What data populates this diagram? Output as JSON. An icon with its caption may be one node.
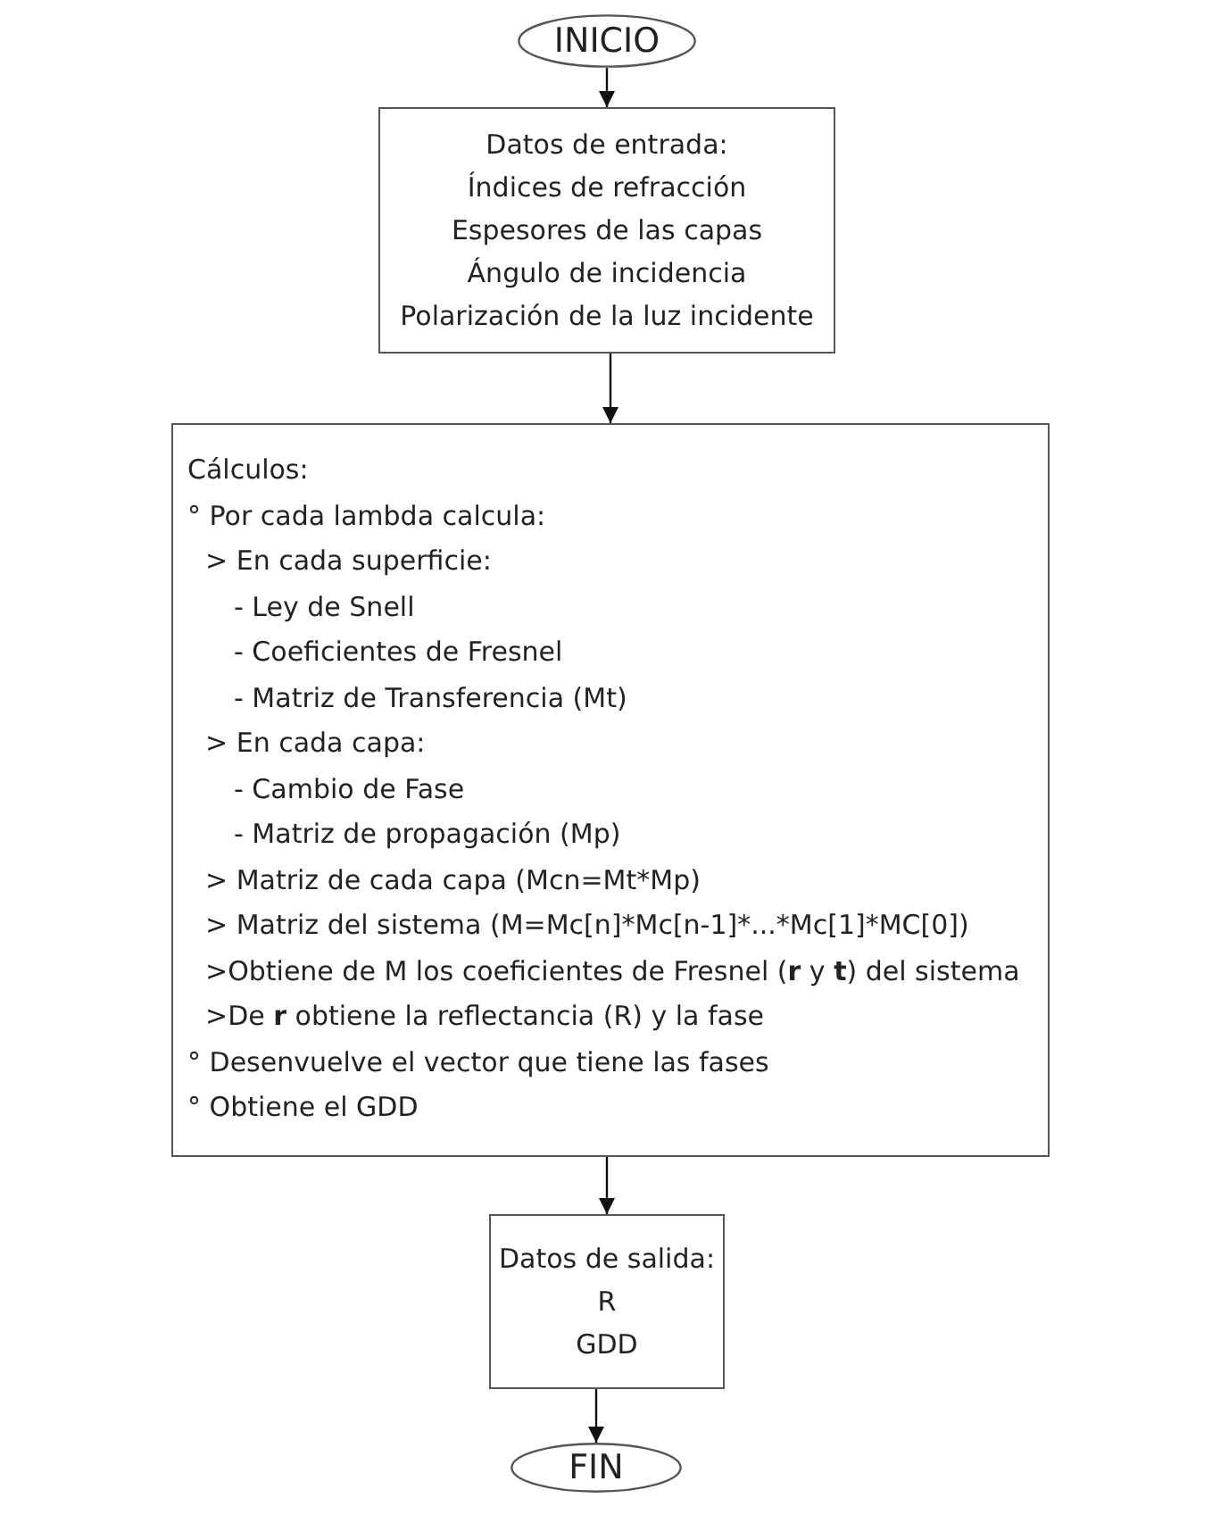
{
  "diagram": {
    "nodes": [
      {
        "text": [
          "INICIO"
        ]
      },
      {
        "text": [
          "Datos de entrada:",
          "Índices de refracción",
          "Espesores de las capas",
          "Ángulo de incidencia",
          "Polarización de la luz incidente"
        ]
      },
      {
        "text": [
          "Cálculos:",
          "° Por cada lambda calcula:",
          "> En cada superficie:",
          "- Ley de Snell",
          "- Coeficientes de Fresnel",
          "- Matriz de Transferencia (Mt)",
          "> En cada capa:",
          "- Cambio de Fase",
          "- Matriz de propagación (Mp)",
          "> Matriz de cada capa (Mcn=Mt*Mp)",
          "> Matriz del sistema (M=Mc[n]*Mc[n-1]*...*Mc[1]*MC[0])",
          ">Obtiene de M los coeficientes de Fresnel (**r** y **t**) del sistema",
          ">De **r** obtiene la reflectancia (R) y la fase",
          "° Desenvuelve el vector que tiene las fases",
          "° Obtiene el GDD"
        ]
      },
      {
        "text": [
          "Datos de salida:",
          "R",
          "GDD"
        ]
      },
      {
        "text": [
          "FIN"
        ]
      }
    ],
    "edges": [
      {
        "from": 0,
        "to": 1,
        "arrow": "to"
      },
      {
        "from": 1,
        "to": 2,
        "arrow": "to"
      },
      {
        "from": 2,
        "to": 3,
        "arrow": "to"
      },
      {
        "from": 3,
        "to": 4,
        "arrow": "to"
      }
    ]
  }
}
